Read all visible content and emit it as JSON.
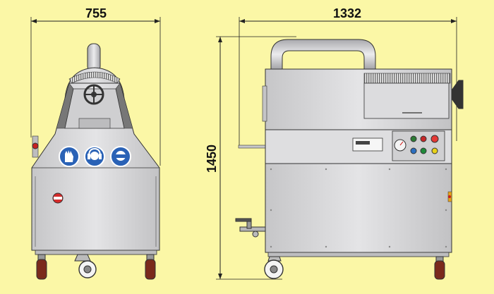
{
  "dimensions": {
    "width_front": "755",
    "length_side": "1332",
    "height": "1450"
  },
  "badge_text": "",
  "safety_signs": [
    {
      "icon": "gloves-icon",
      "meaning": "wear-gloves"
    },
    {
      "icon": "ear-protection-icon",
      "meaning": "wear-ear-protection"
    },
    {
      "icon": "eye-protection-icon",
      "meaning": "wear-eye-protection"
    }
  ],
  "colors": {
    "background": "#fbf7a6",
    "body_metal": "#d7d7d9",
    "outline": "#333333",
    "sign_blue": "#2a62b6",
    "wheel_red": "#7a2a1c"
  }
}
